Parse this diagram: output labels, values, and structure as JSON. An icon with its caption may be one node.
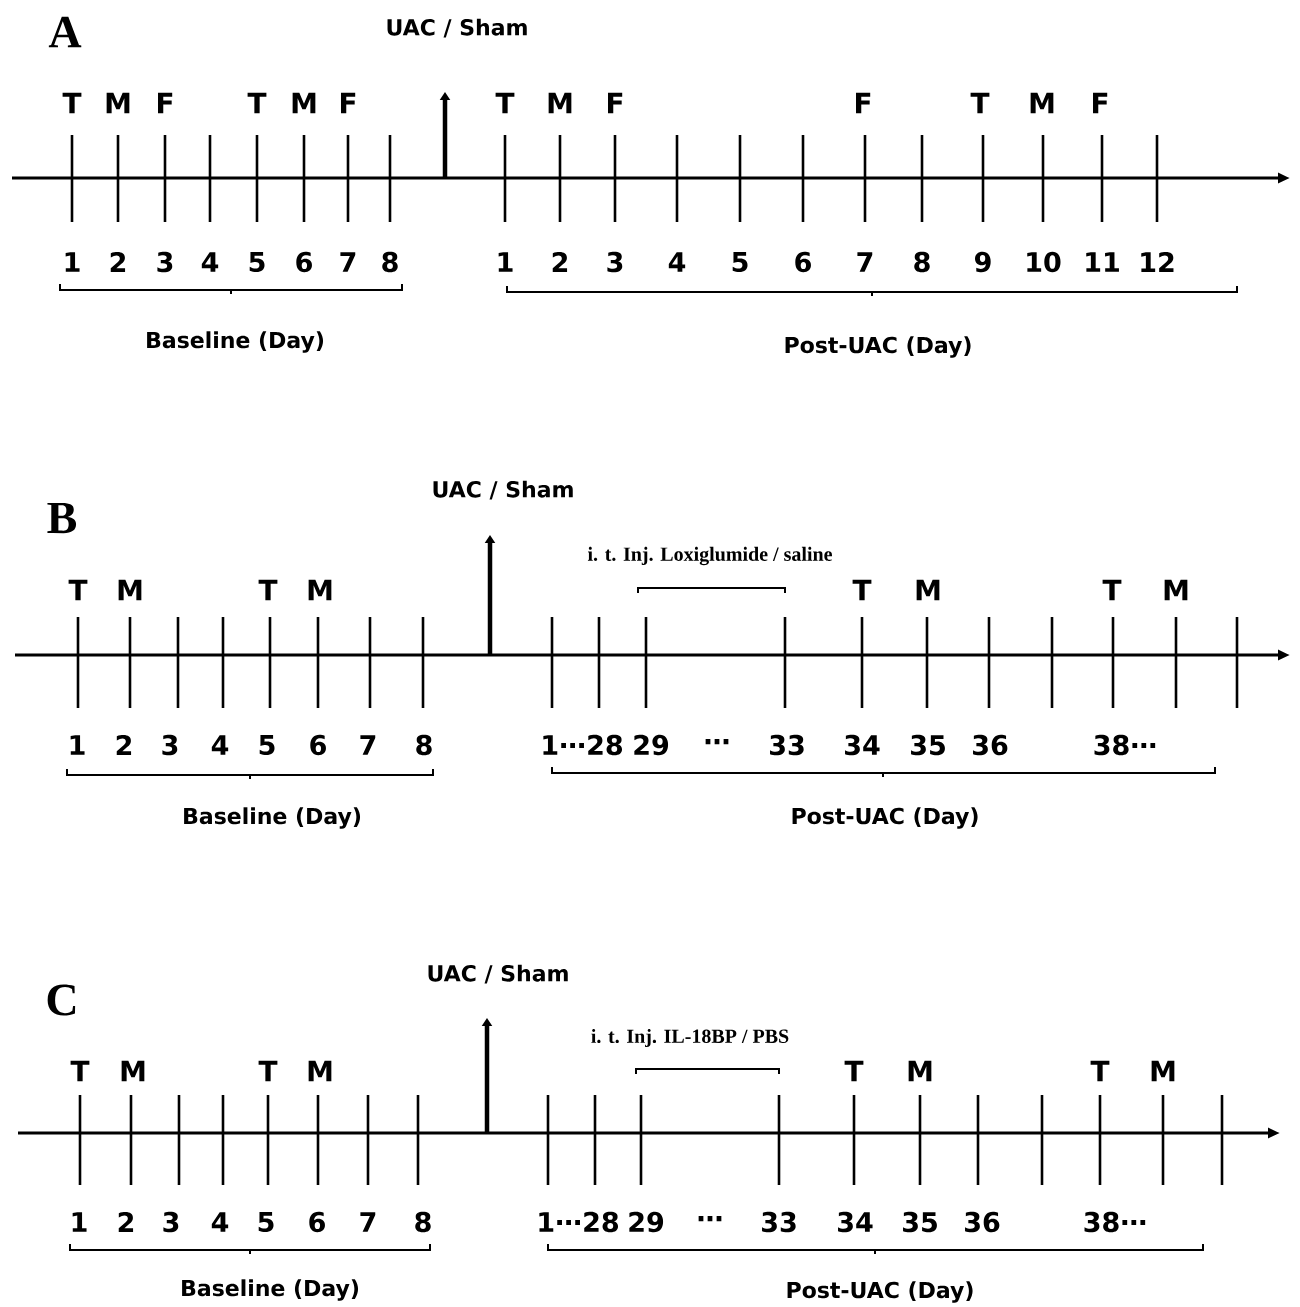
{
  "diagram": {
    "labels": [
      "A",
      "UAC / Sham",
      "T",
      "M",
      "F",
      "T",
      "M",
      "F",
      "T",
      "M",
      "F",
      "F",
      "T",
      "M",
      "F",
      "1",
      "2",
      "3",
      "4",
      "5",
      "6",
      "7",
      "8",
      "1",
      "2",
      "3",
      "4",
      "5",
      "6",
      "7",
      "8",
      "9",
      "10",
      "11",
      "12",
      "Baseline (Day)",
      "Post-UAC (Day)",
      "B",
      "UAC / Sham",
      "i. t. Inj. Loxiglumide / saline",
      "T",
      "M",
      "T",
      "M",
      "T",
      "M",
      "T",
      "M",
      "1",
      "2",
      "3",
      "4",
      "5",
      "6",
      "7",
      "8",
      "1⋯28",
      "29",
      "⋯",
      "33",
      "34",
      "35",
      "36",
      "38⋯",
      "Baseline (Day)",
      "Post-UAC (Day)",
      "C",
      "UAC / Sham",
      "i. t. Inj. IL-18BP / PBS",
      "T",
      "M",
      "T",
      "M",
      "T",
      "M",
      "T",
      "M",
      "1",
      "2",
      "3",
      "4",
      "5",
      "6",
      "7",
      "8",
      "1⋯28",
      "29",
      "⋯",
      "33",
      "34",
      "35",
      "36",
      "38⋯",
      "Baseline (Day)",
      "Post-UAC (Day)"
    ]
  }
}
